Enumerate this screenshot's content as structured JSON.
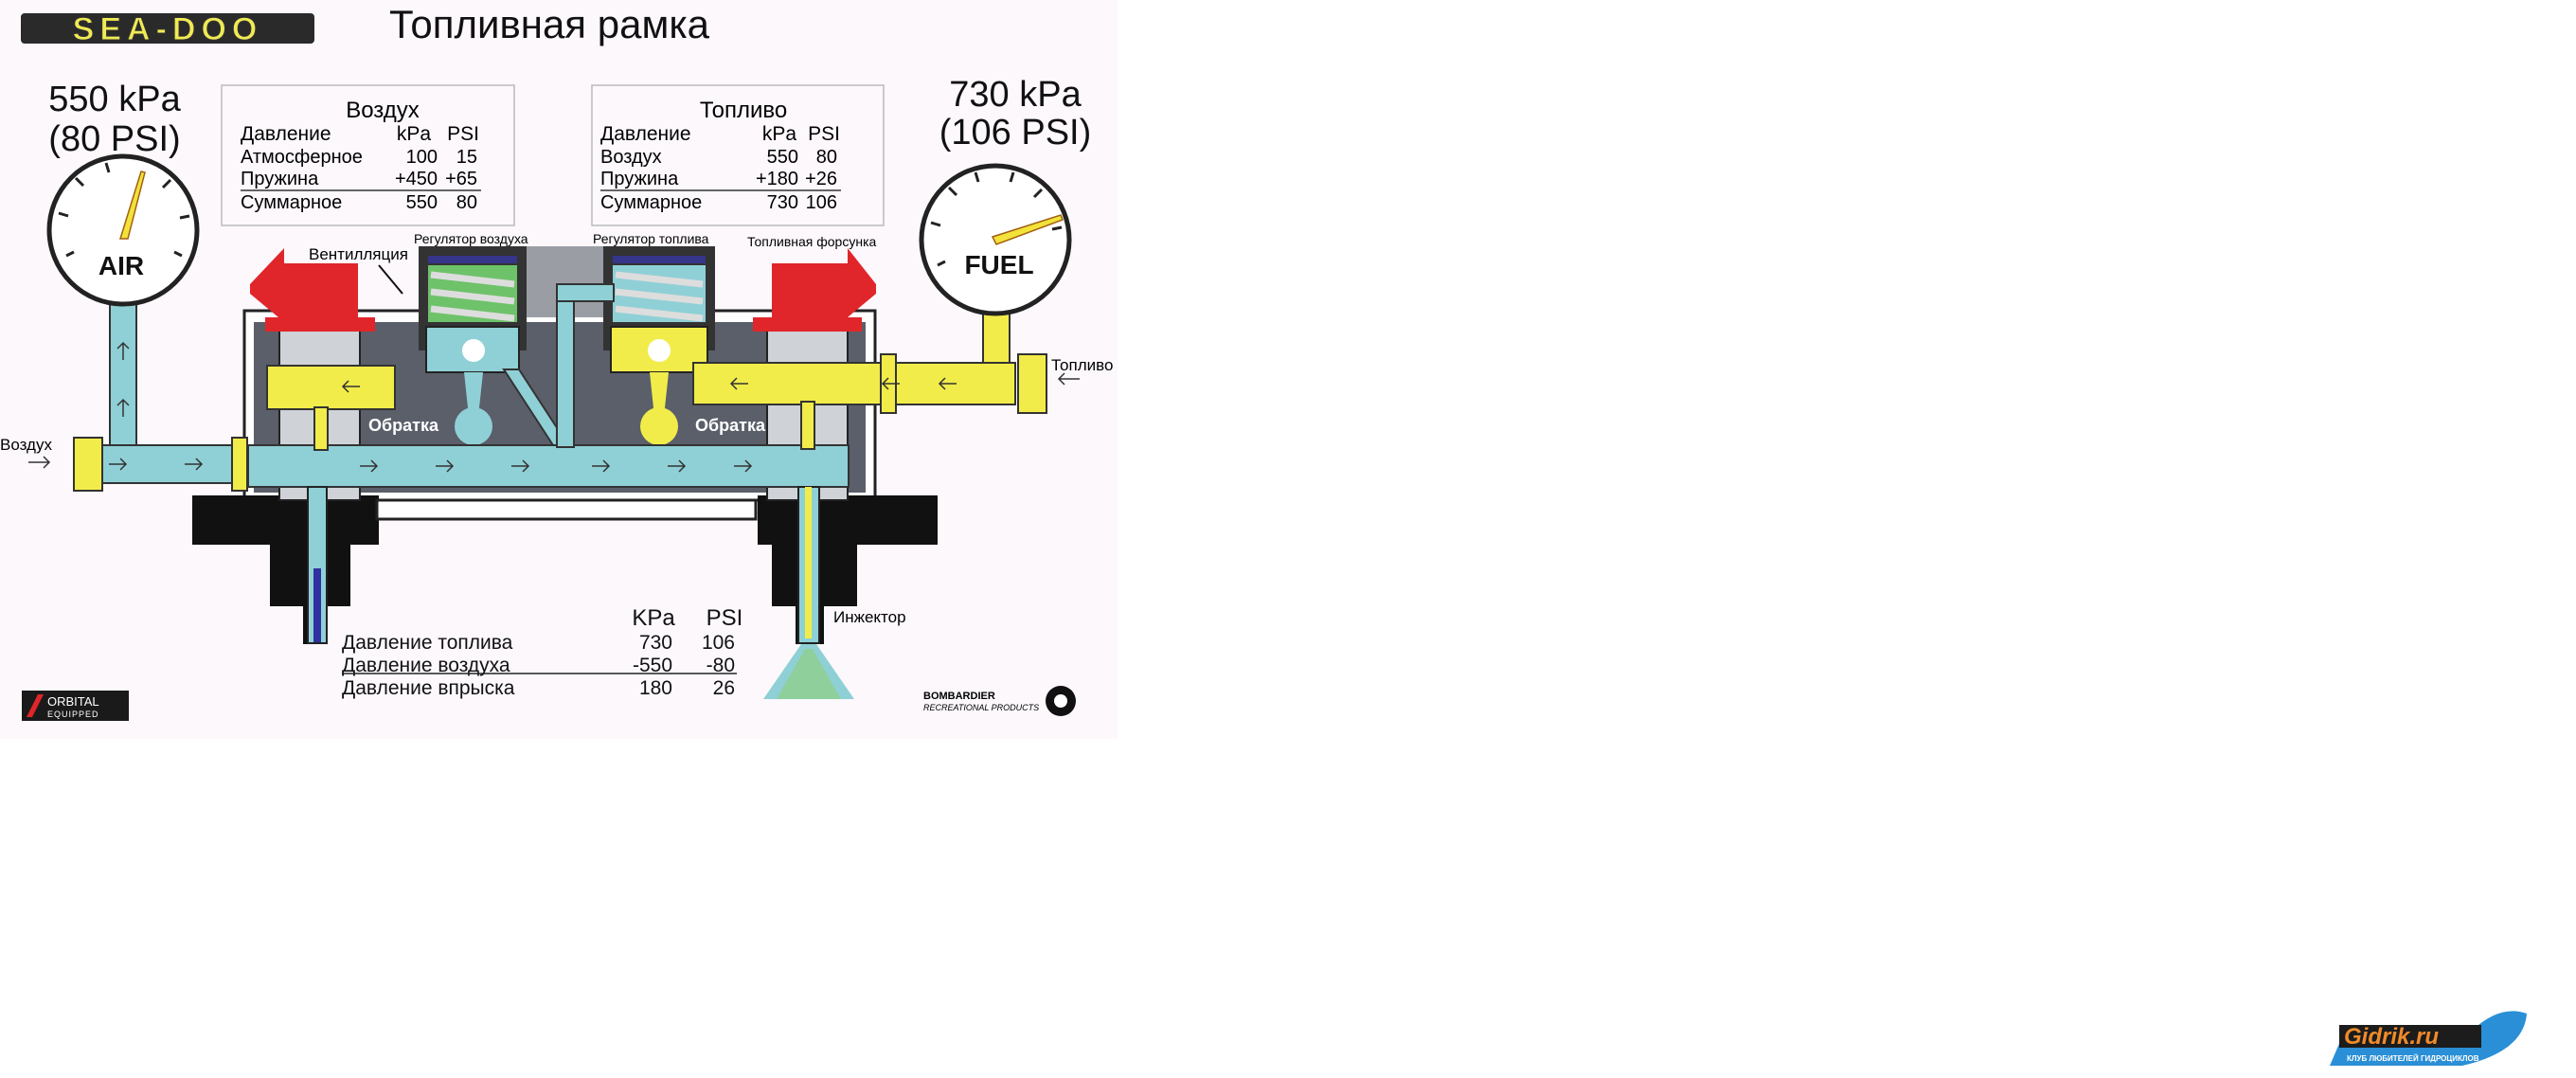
{
  "brand": {
    "logo_text": "SEA-DOO",
    "title": "Топливная рамка"
  },
  "air_gauge": {
    "line1": "550 kPa",
    "line2": "(80 PSI)",
    "dial_label": "AIR"
  },
  "fuel_gauge": {
    "line1": "730 kPa",
    "line2": "(106 PSI)",
    "dial_label": "FUEL"
  },
  "air_table": {
    "title": "Воздух",
    "headers": [
      "Давление",
      "kPa",
      "PSI"
    ],
    "rows": [
      [
        "Атмосферное",
        "100",
        "15"
      ],
      [
        "Пружина",
        "+450",
        "+65"
      ],
      [
        "Суммарное",
        "550",
        "80"
      ]
    ]
  },
  "fuel_table": {
    "title": "Топливо",
    "headers": [
      "Давление",
      "kPa",
      "PSI"
    ],
    "rows": [
      [
        "Воздух",
        "550",
        "80"
      ],
      [
        "Пружина",
        "+180",
        "+26"
      ],
      [
        "Суммарное",
        "730",
        "106"
      ]
    ]
  },
  "labels": {
    "vent": "Вентилляция",
    "air_regulator": "Регулятор воздуха",
    "fuel_regulator": "Регулятор топлива",
    "fuel_injector": "Топливная форсунка",
    "air_inlet": "Воздух",
    "fuel_inlet": "Топливо",
    "return_left": "Обратка",
    "return_right": "Обратка",
    "injector": "Инжектор"
  },
  "injection_table": {
    "headers": [
      "KPa",
      "PSI"
    ],
    "rows": [
      [
        "Давление топлива",
        "730",
        "106"
      ],
      [
        "Давление воздуха",
        "-550",
        "-80"
      ],
      [
        "Давление впрыска",
        "180",
        "26"
      ]
    ]
  },
  "footer": {
    "orbital_line1": "ORBITAL",
    "orbital_line2": "EQUIPPED",
    "bombardier_line1": "BOMBARDIER",
    "bombardier_line2": "RECREATIONAL PRODUCTS"
  },
  "watermark": {
    "name": "Gidrik.ru",
    "tagline": "КЛУБ ЛЮБИТЕЛЕЙ ГИДРОЦИКЛОВ"
  },
  "colors": {
    "air": "#8fd0d6",
    "fuel": "#f2ec4a",
    "body": "#5a5f6a",
    "cap": "#e0262a",
    "bg": "#fcf8fc"
  }
}
